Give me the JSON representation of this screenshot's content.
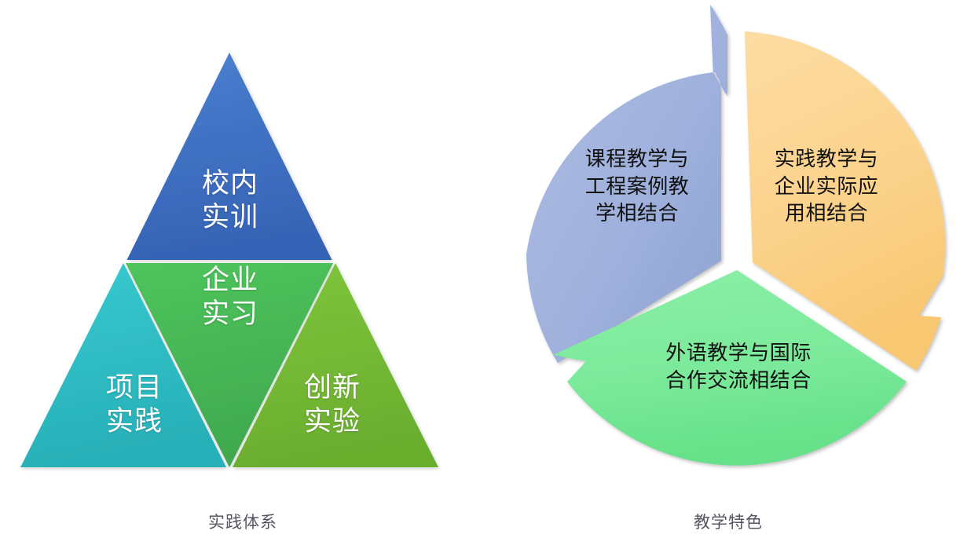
{
  "left_figure": {
    "caption": "实践体系",
    "type": "pyramid",
    "segments": [
      {
        "id": "top",
        "label": "校内\n实训",
        "color": "#3A6FC4"
      },
      {
        "id": "middle",
        "label": "企业\n实习",
        "color": "#49BA57"
      },
      {
        "id": "bottom_left",
        "label": "项目\n实践",
        "color": "#32BEC4"
      },
      {
        "id": "bottom_right",
        "label": "创新\n实验",
        "color": "#77BB38"
      }
    ]
  },
  "right_figure": {
    "caption": "教学特色",
    "type": "three-segment-circle",
    "segments": [
      {
        "id": "upper_left",
        "label": "课程教学与\n工程案例教\n学相结合",
        "color": "#9FB1DC"
      },
      {
        "id": "upper_right",
        "label": "实践教学与\n企业实际应\n用相结合",
        "color": "#FBD28B"
      },
      {
        "id": "bottom",
        "label": "外语教学与国际\n合作交流相结合",
        "color": "#7CEA9B"
      }
    ]
  },
  "palette": {
    "background": "#ffffff",
    "caption_text": "#595463",
    "pyramid_text": "#ffffff",
    "circle_text": "#111111"
  }
}
